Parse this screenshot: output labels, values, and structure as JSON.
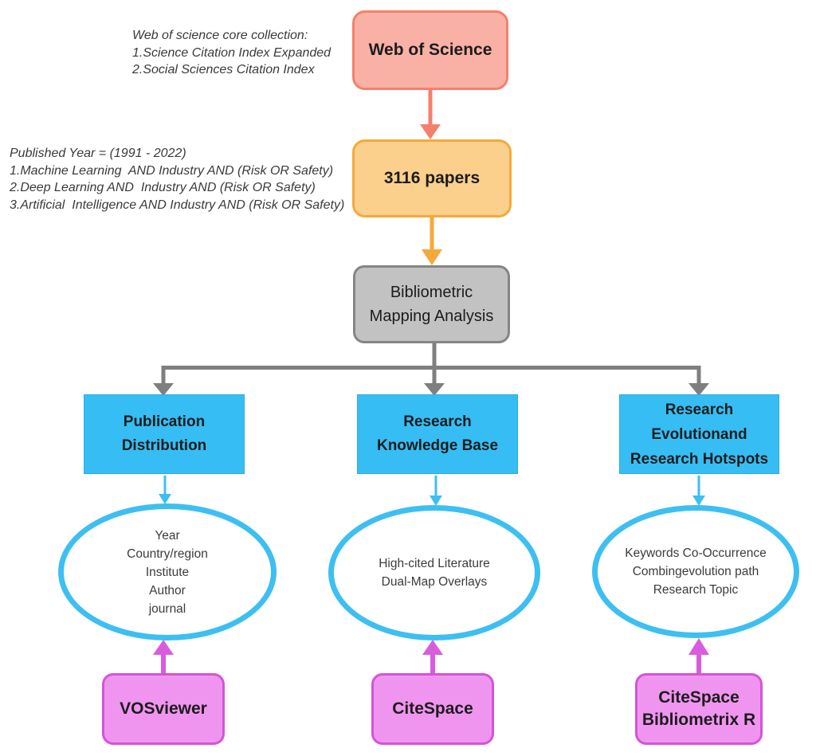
{
  "figure": {
    "annotations": {
      "wos_note": "Web of science core collection:\n1.Science Citation Index Expanded\n2.Social Sciences Citation Index",
      "query_note": "Published Year = (1991 - 2022)\n1.Machine Learning  AND Industry AND (Risk OR Safety)\n2.Deep Learning AND  Industry AND (Risk OR Safety)\n3.Artificial  Intelligence AND Industry AND (Risk OR Safety)"
    },
    "nodes": {
      "source": "Web of Science",
      "papers": "3116 papers",
      "analysis": "Bibliometric\nMapping Analysis"
    },
    "branches": [
      {
        "topic": "Publication\nDistribution",
        "items": "Year\nCountry/region\nInstitute\nAuthor\njournal",
        "tool": "VOSviewer"
      },
      {
        "topic": "Research\nKnowledge Base",
        "items": "High-cited Literature\nDual-Map Overlays",
        "tool": "CiteSpace"
      },
      {
        "topic": "Research\nEvolutionand\nResearch Hotspots",
        "items": "Keywords Co-Occurrence\nCombingevolution path\nResearch Topic",
        "tool": "CiteSpace\nBibliometrix R"
      }
    ],
    "colors": {
      "source_fill": "#F9B1A5",
      "source_border": "#F4806B",
      "papers_fill": "#FBD08C",
      "papers_border": "#F5A93B",
      "analysis_fill": "#C2C2C2",
      "analysis_border": "#858585",
      "topic_fill": "#36BDF3",
      "topic_edge": "#2BAEE4",
      "flow_blue": "#3DBFF2",
      "tool_fill": "#F095EF",
      "tool_border": "#D553D9",
      "arrow_magenta": "#D95CDF",
      "arrow_gray": "#7F7F7F",
      "text_dark": "#1C1C1C",
      "note_color": "#3A3A3A",
      "ellipse_text": "#3C3C3C"
    }
  }
}
